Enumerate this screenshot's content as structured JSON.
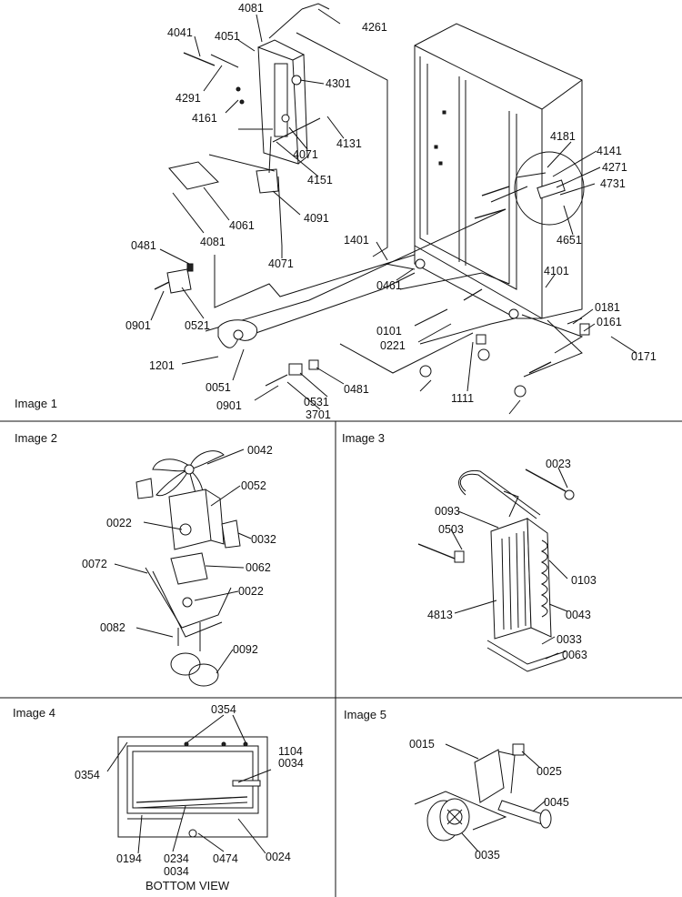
{
  "panels": [
    {
      "caption": "Image 1",
      "labels": [
        "4081",
        "4261",
        "4041",
        "4051",
        "4291",
        "4301",
        "4161",
        "4131",
        "4071",
        "4151",
        "4181",
        "4141",
        "4271",
        "4731",
        "4061",
        "4091",
        "4651",
        "4081",
        "1401",
        "0481",
        "4071",
        "4101",
        "0461",
        "0901",
        "0521",
        "0101",
        "0181",
        "0221",
        "0161",
        "0171",
        "1201",
        "0051",
        "0481",
        "1111",
        "0901",
        "0531",
        "3701"
      ]
    },
    {
      "caption": "Image 2",
      "labels": [
        "0042",
        "0052",
        "0022",
        "0032",
        "0072",
        "0062",
        "0022",
        "0082",
        "0092"
      ]
    },
    {
      "caption": "Image 3",
      "labels": [
        "0023",
        "0093",
        "0503",
        "0103",
        "4813",
        "0043",
        "0033",
        "0063"
      ]
    },
    {
      "caption": "Image 4",
      "labels": [
        "0354",
        "0354",
        "1104",
        "0034",
        "0194",
        "0234",
        "0034",
        "0474",
        "0024"
      ],
      "view_note": "BOTTOM VIEW"
    },
    {
      "caption": "Image 5",
      "labels": [
        "0015",
        "0025",
        "0045",
        "0035"
      ]
    }
  ]
}
